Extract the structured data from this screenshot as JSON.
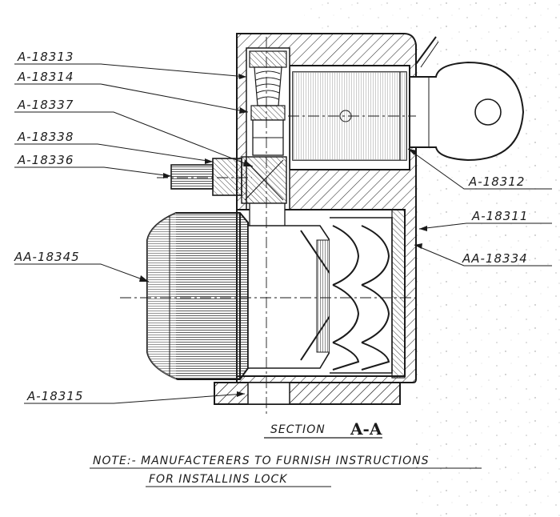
{
  "drawing": {
    "labels": {
      "l1": "A-18313",
      "l2": "A-18314",
      "l3": "A-18337",
      "l4": "A-18338",
      "l5": "A-18336",
      "l6": "AA-18345",
      "l7": "A-18315",
      "r1": "A-18312",
      "r2": "A-18311",
      "r3": "AA-18334"
    },
    "section_prefix": "SECTION",
    "section_letters": "A-A",
    "note_line1": "NOTE:- MANUFACTERERS TO FURNISH INSTRUCTIONS",
    "note_line2": "FOR INSTALLINS LOCK"
  }
}
